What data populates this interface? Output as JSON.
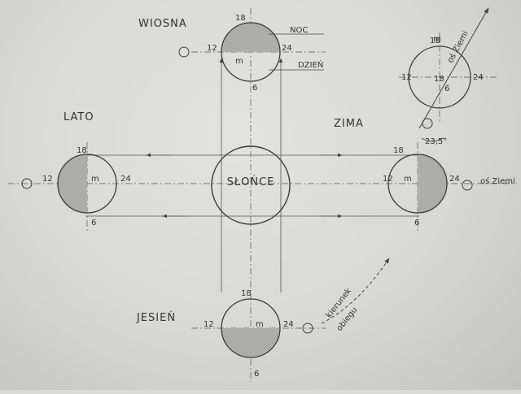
{
  "seasons": {
    "spring": "WIOSNA",
    "summer": "LATO",
    "winter": "ZIMA",
    "autumn": "JESIEŃ"
  },
  "sun_label": "SŁOŃCE",
  "night_label": "NOC",
  "day_label": "DZIEŃ",
  "earth_axis_label": "oś Ziemi",
  "angle_label": "23,5°",
  "direction_label": [
    "kierunek",
    "obiegu"
  ],
  "hours": {
    "h6": "6",
    "h12": "12",
    "h18": "18",
    "h24": "24"
  },
  "m_label": "m"
}
